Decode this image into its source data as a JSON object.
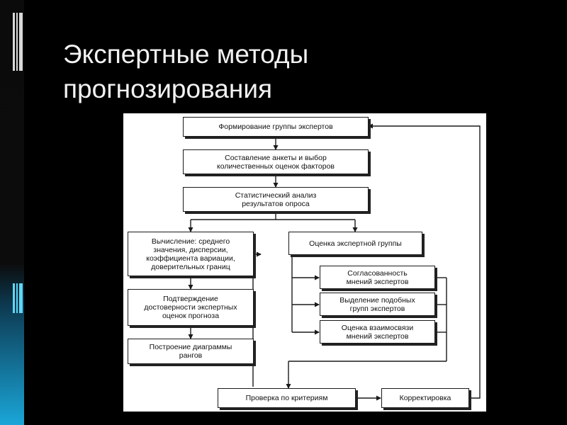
{
  "slide": {
    "title_line1": "Экспертные методы",
    "title_line2": "прогнозирования"
  },
  "colors": {
    "background": "#000000",
    "accent": "#1aa6d8",
    "diagram_bg": "#ffffff",
    "line": "#1a1a1a"
  },
  "diagram": {
    "nodes": {
      "form_group": "Формирование группы экспертов",
      "questionnaire": "Составление анкеты и выбор\nколичественных оценок факторов",
      "stat_analysis": "Статистический анализ\nрезультатов опроса",
      "calculation": "Вычисление: среднего\nзначения, дисперсии,\nкоэффициента вариации,\nдоверительных границ",
      "confirmation": "Подтверждение\nдостоверности экспертных\nоценок прогноза",
      "rank_chart": "Построение диаграммы\nрангов",
      "group_eval": "Оценка экспертной группы",
      "consistency": "Согласованность\nмнений экспертов",
      "similar_groups": "Выделение подобных\nгрупп экспертов",
      "interrelation": "Оценка взаимосвязи\nмнений экспертов",
      "criteria_check": "Проверка по критериям",
      "correction": "Корректировка"
    }
  }
}
